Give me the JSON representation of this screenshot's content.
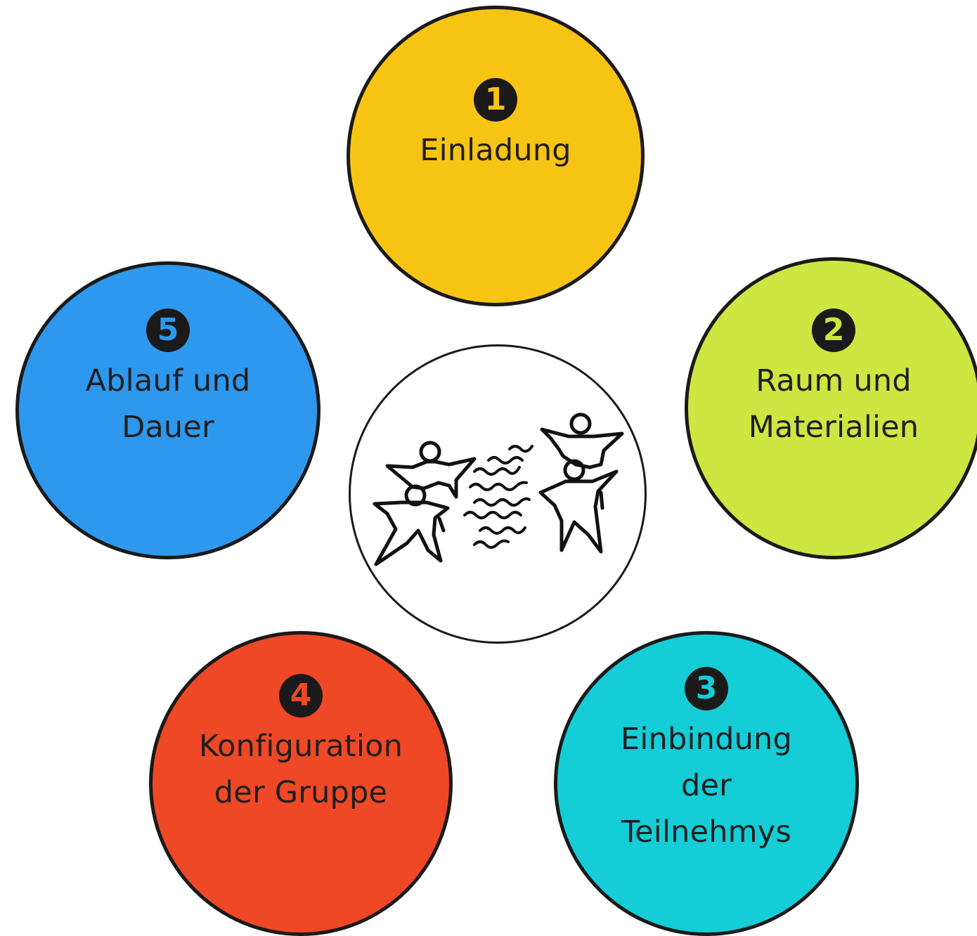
{
  "steps": [
    {
      "number": "1",
      "label": "Einladung",
      "color": "#f7c414"
    },
    {
      "number": "2",
      "label": "Raum und\nMaterialien",
      "color": "#cde641"
    },
    {
      "number": "3",
      "label": "Einbindung\nder\nTeilnehmys",
      "color": "#14cdd7"
    },
    {
      "number": "4",
      "label": "Konfiguration\nder Gruppe",
      "color": "#ef4826"
    },
    {
      "number": "5",
      "label": "Ablauf und\nDauer",
      "color": "#2e98ee"
    }
  ],
  "center": {
    "icon": "dancing-people-icon"
  },
  "colors": {
    "outline": "#1a1a1a",
    "background": "#ffffff"
  }
}
